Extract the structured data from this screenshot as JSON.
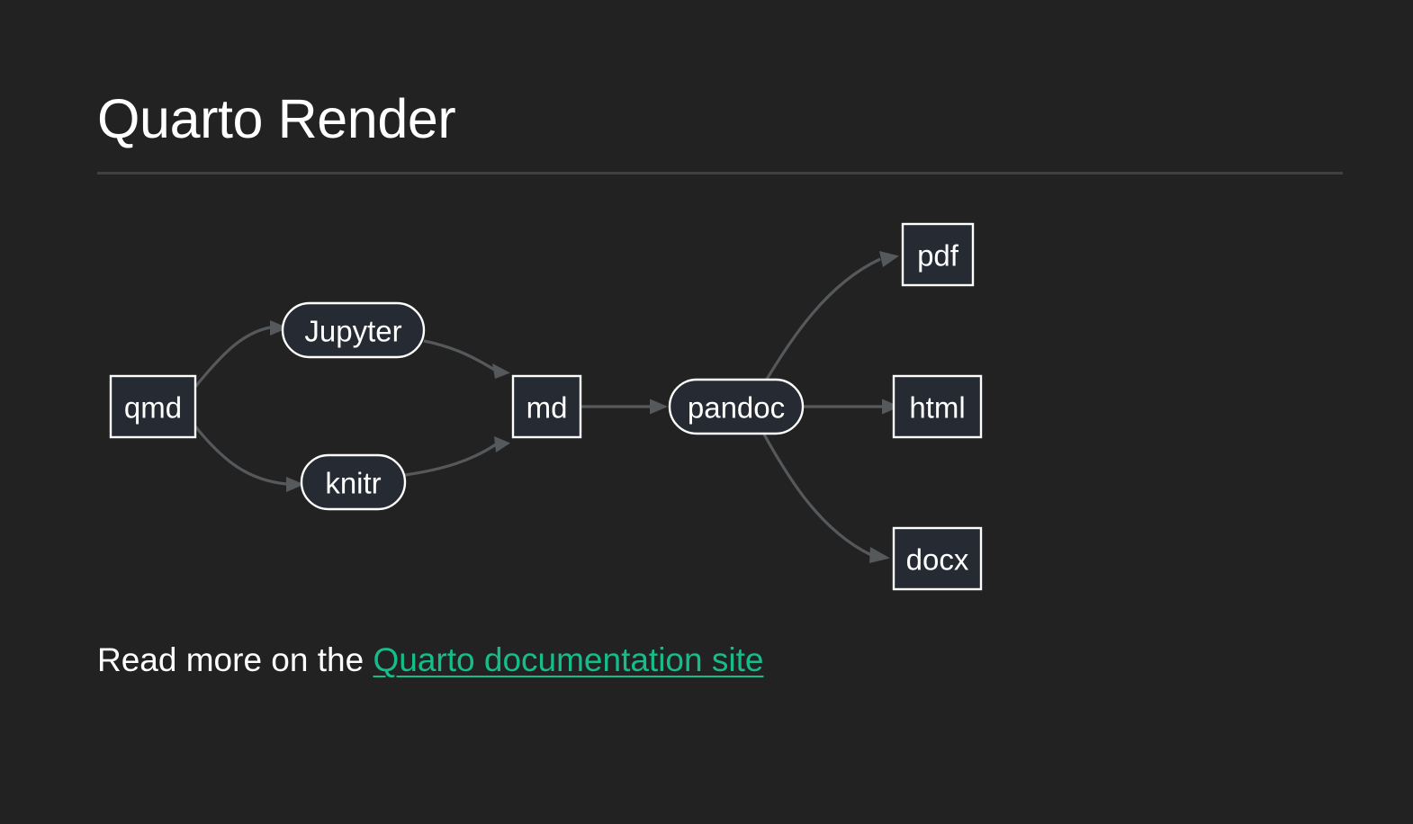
{
  "slide": {
    "title": "Quarto Render",
    "background_color": "#222222",
    "text_color": "#ffffff",
    "rule_color": "#3f4042"
  },
  "diagram": {
    "type": "flowchart",
    "direction": "left-to-right",
    "node_fill": "#262b33",
    "node_stroke": "#ffffff",
    "edge_color": "#56595c",
    "nodes": [
      {
        "id": "qmd",
        "label": "qmd",
        "shape": "rect"
      },
      {
        "id": "jupyter",
        "label": "Jupyter",
        "shape": "stadium"
      },
      {
        "id": "knitr",
        "label": "knitr",
        "shape": "stadium"
      },
      {
        "id": "md",
        "label": "md",
        "shape": "rect"
      },
      {
        "id": "pandoc",
        "label": "pandoc",
        "shape": "stadium"
      },
      {
        "id": "pdf",
        "label": "pdf",
        "shape": "rect"
      },
      {
        "id": "html",
        "label": "html",
        "shape": "rect"
      },
      {
        "id": "docx",
        "label": "docx",
        "shape": "rect"
      }
    ],
    "edges": [
      {
        "from": "qmd",
        "to": "jupyter"
      },
      {
        "from": "qmd",
        "to": "knitr"
      },
      {
        "from": "jupyter",
        "to": "md"
      },
      {
        "from": "knitr",
        "to": "md"
      },
      {
        "from": "md",
        "to": "pandoc"
      },
      {
        "from": "pandoc",
        "to": "pdf"
      },
      {
        "from": "pandoc",
        "to": "html"
      },
      {
        "from": "pandoc",
        "to": "docx"
      }
    ]
  },
  "footer": {
    "lead_text": "Read more on the ",
    "link_text": "Quarto documentation site",
    "link_color": "#15bd8a"
  }
}
